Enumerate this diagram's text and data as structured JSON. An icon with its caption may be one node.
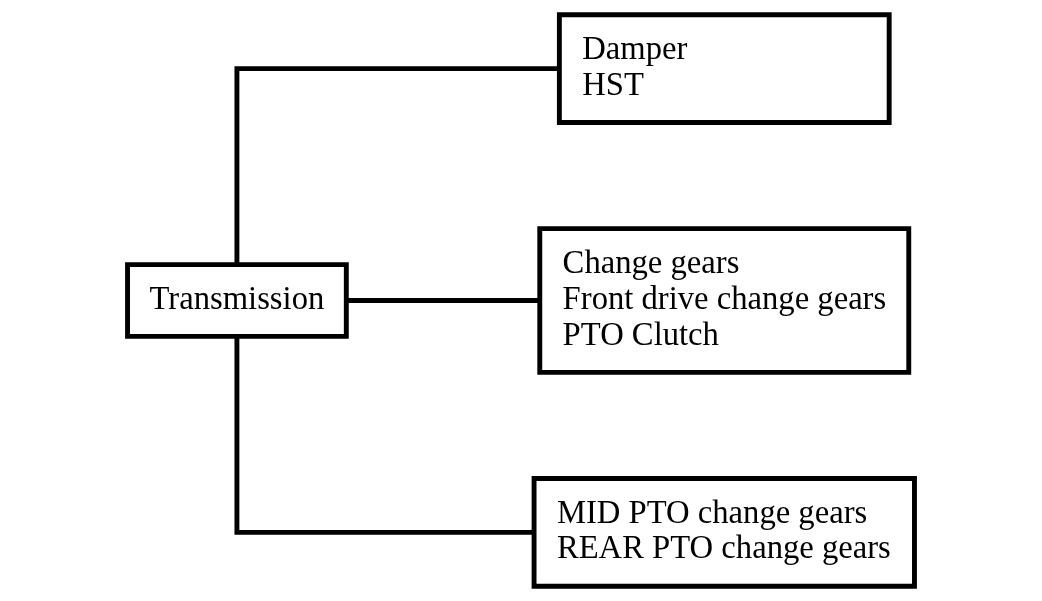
{
  "diagram": {
    "nodes": [
      {
        "text": [
          "Transmission"
        ]
      },
      {
        "text": [
          "Damper",
          "HST"
        ]
      },
      {
        "text": [
          "Change gears",
          "Front drive change gears",
          "PTO Clutch"
        ]
      },
      {
        "text": [
          "MID PTO change gears",
          "REAR PTO change gears"
        ]
      }
    ],
    "edges": [
      {
        "from": 0,
        "to": 1,
        "arrow": "none"
      },
      {
        "from": 0,
        "to": 2,
        "arrow": "none"
      },
      {
        "from": 0,
        "to": 3,
        "arrow": "none"
      }
    ]
  }
}
